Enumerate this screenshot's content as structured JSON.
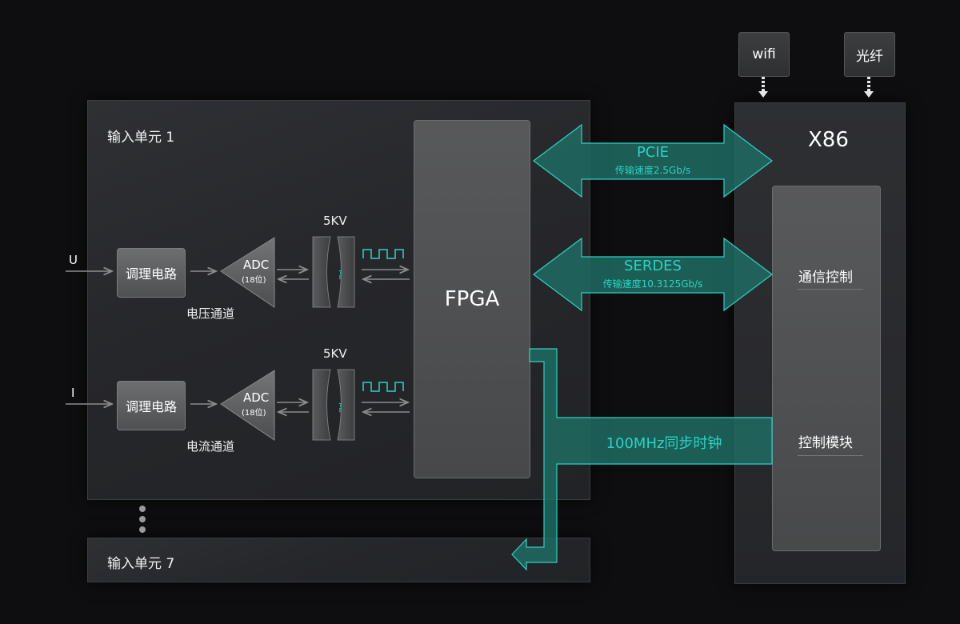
{
  "input_unit_1": {
    "title": "输入单元 1"
  },
  "input_unit_7": {
    "title": "输入单元 7"
  },
  "channels": [
    {
      "input": "U",
      "conditioner": "调理电路",
      "adc": "ADC",
      "adc_bits": "(18位)",
      "isolation_voltage": "5KV",
      "iso_left": "隔",
      "iso_right": "离",
      "channel_name": "电压通道"
    },
    {
      "input": "I",
      "conditioner": "调理电路",
      "adc": "ADC",
      "adc_bits": "(18位)",
      "isolation_voltage": "5KV",
      "iso_left": "隔",
      "iso_right": "离",
      "channel_name": "电流通道"
    }
  ],
  "fpga": {
    "label": "FPGA"
  },
  "x86": {
    "label": "X86",
    "modules": [
      "通信控制",
      "控制模块"
    ]
  },
  "top_inputs": [
    "wifi",
    "光纤"
  ],
  "links": {
    "pcie": {
      "title": "PCIE",
      "subtitle": "传输速度2.5Gb/s"
    },
    "serdes": {
      "title": "SERDES",
      "subtitle": "传输速度10.3125Gb/s"
    },
    "clock": {
      "title": "100MHz同步时钟"
    }
  },
  "colors": {
    "accent": "#2bd3c3",
    "accent_fill": "#1f6b63",
    "panel": "#2a2b2e",
    "background": "#0e0e10"
  }
}
